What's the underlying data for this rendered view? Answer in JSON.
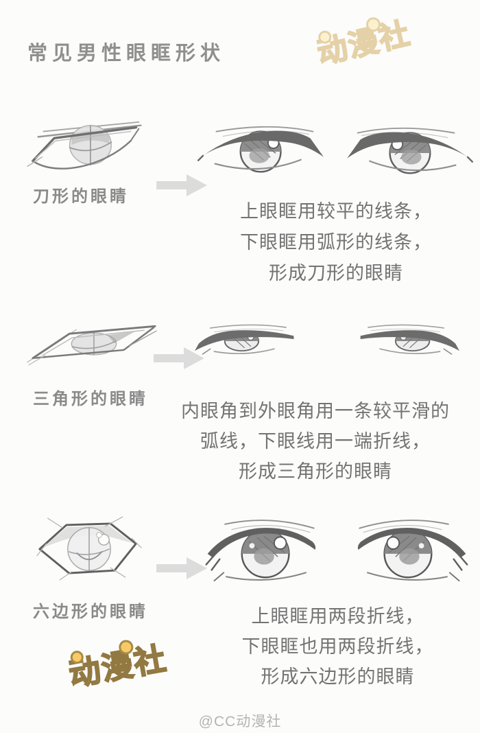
{
  "page": {
    "title": "常见男性眼眶形状",
    "logo_text": "动漫社",
    "watermark": "@CC动漫社",
    "colors": {
      "background": "#fcfcfb",
      "title_gray": "#8f8f8f",
      "handwriting_gray": "#737373",
      "arrow_gray": "#dcdcdc",
      "logo_yellow": "#f7c85f",
      "logo_outline": "#8d7338",
      "watermark_gray": "#b4b4b4"
    }
  },
  "sections": [
    {
      "label": "刀形的眼睛",
      "lines": [
        "上眼眶用较平的线条，",
        "下眼眶用弧形的线条，",
        "形成刀形的眼睛"
      ]
    },
    {
      "label": "三角形的眼睛",
      "lines": [
        "内眼角到外眼角用一条较平滑的",
        "弧线，下眼线用一端折线，",
        "形成三角形的眼睛"
      ]
    },
    {
      "label": "六边形的眼睛",
      "lines": [
        "上眼眶用两段折线，",
        "下眼眶也用两段折线，",
        "形成六边形的眼睛"
      ]
    }
  ]
}
